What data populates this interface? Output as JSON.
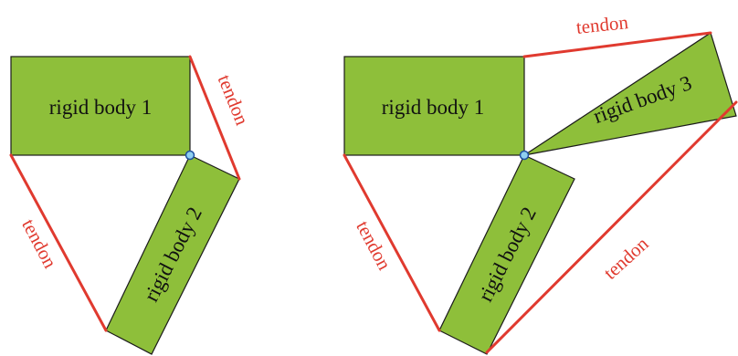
{
  "colors": {
    "body_fill": "#8ebf3a",
    "tendon": "#e03a2f",
    "joint_fill": "#8fd0f0",
    "joint_stroke": "#1f4fa0"
  },
  "left_panel": {
    "body_1_label": "rigid body 1",
    "body_2_label": "rigid body 2",
    "tendon_right_label": "tendon",
    "tendon_left_label": "tendon"
  },
  "right_panel": {
    "body_1_label": "rigid body 1",
    "body_2_label": "rigid body 2",
    "body_3_label": "rigid body 3",
    "tendon_top_label": "tendon",
    "tendon_left_label": "tendon",
    "tendon_right_label": "tendon"
  }
}
